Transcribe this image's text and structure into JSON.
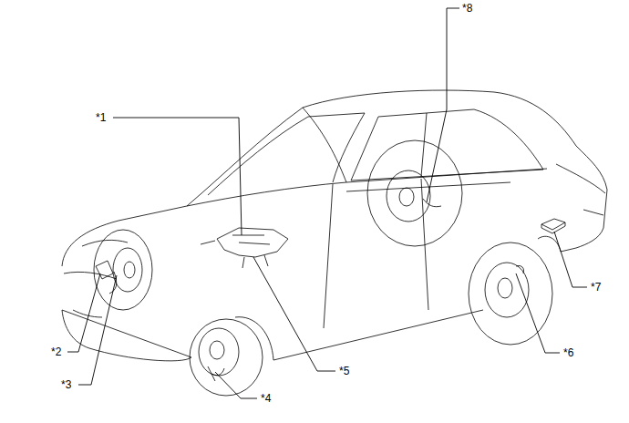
{
  "diagram": {
    "labels": [
      "*1",
      "*2",
      "*3",
      "*4",
      "*5",
      "*6",
      "*7",
      "*8"
    ]
  }
}
